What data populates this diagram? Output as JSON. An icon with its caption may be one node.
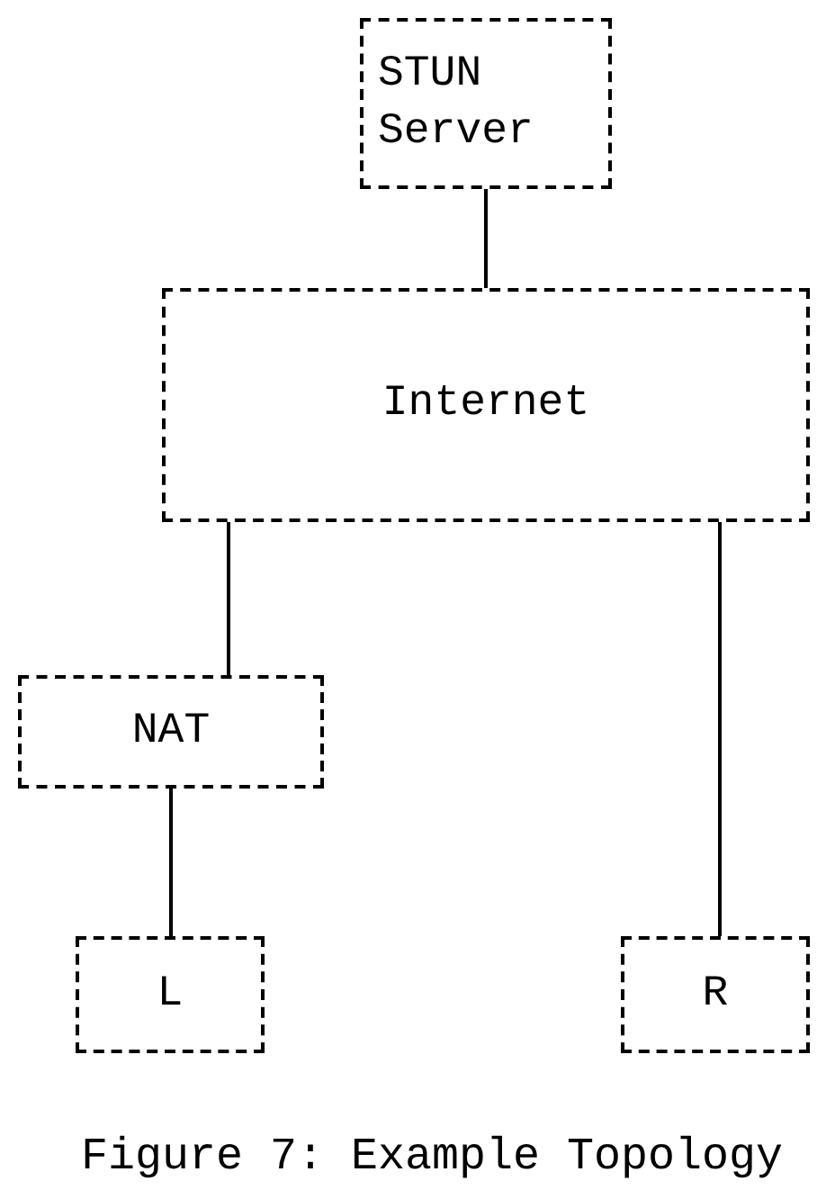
{
  "diagram": {
    "caption": "Figure 7: Example Topology",
    "nodes": [
      {
        "text": [
          "STUN Server"
        ]
      },
      {
        "text": [
          "Internet"
        ]
      },
      {
        "text": [
          "NAT"
        ]
      },
      {
        "text": [
          "L"
        ]
      },
      {
        "text": [
          "R"
        ]
      }
    ],
    "edges": [
      {
        "from": 0,
        "to": 1,
        "arrow": "none"
      },
      {
        "from": 1,
        "to": 2,
        "arrow": "none"
      },
      {
        "from": 2,
        "to": 3,
        "arrow": "none"
      },
      {
        "from": 1,
        "to": 4,
        "arrow": "none"
      }
    ]
  }
}
